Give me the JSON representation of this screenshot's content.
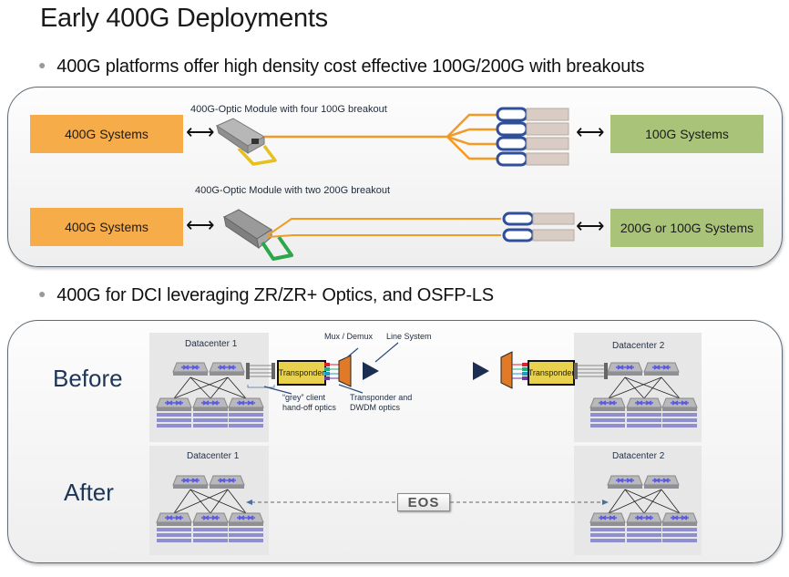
{
  "title": "Early 400G Deployments",
  "bullets": [
    "400G platforms offer high density cost effective 100G/200G with breakouts",
    "400G for DCI leveraging ZR/ZR+ Optics, and OSFP-LS"
  ],
  "breakout_panel": {
    "rows": [
      {
        "left_system": "400G Systems",
        "module_caption": "400G-Optic Module with four 100G breakout",
        "right_system": "100G Systems",
        "breakout_count": 4,
        "module_tab_color": "#e6c020"
      },
      {
        "left_system": "400G Systems",
        "module_caption": "400G-Optic Module with two 200G breakout",
        "right_system": "200G or 100G Systems",
        "breakout_count": 2,
        "module_tab_color": "#2aa84a"
      }
    ],
    "colors": {
      "left_box": "#f7ac4a",
      "right_box": "#a9c379",
      "fiber": "#f39a24"
    }
  },
  "dci_panel": {
    "before": {
      "label": "Before",
      "dc1_label": "Datacenter 1",
      "dc2_label": "Datacenter 2",
      "transponder_label": "Transponder",
      "mux_label": "Mux / Demux",
      "line_label": "Line System",
      "grey_optics_label": [
        "“grey” client",
        "hand-off optics"
      ],
      "dwdm_label": [
        "Transponder and",
        "DWDM optics"
      ]
    },
    "after": {
      "label": "After",
      "dc1_label": "Datacenter 1",
      "dc2_label": "Datacenter 2",
      "eos_label": "EOS"
    },
    "colors": {
      "switch_icon": "#5a5ae0",
      "server": "#8f8fd0",
      "amplifier": "#1c2f52",
      "mux": "#e07a26",
      "transponder": "#e8d14d"
    }
  }
}
